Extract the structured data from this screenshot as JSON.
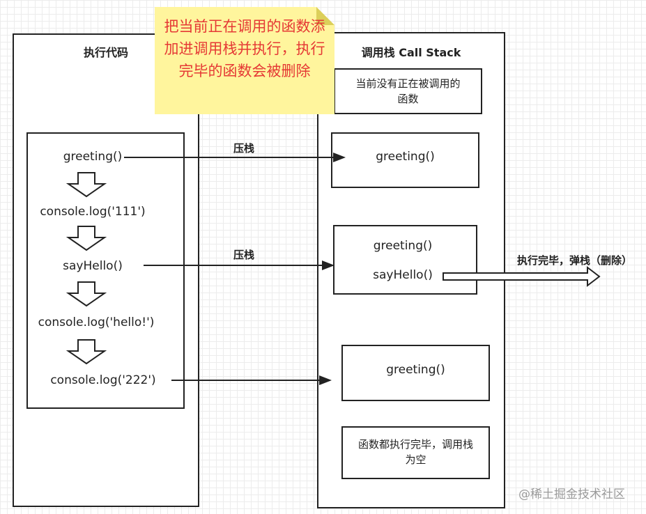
{
  "left_panel": {
    "title": "执行代码",
    "steps": [
      "greeting()",
      "console.log('111')",
      "sayHello()",
      "console.log('hello!')",
      "console.log('222')"
    ]
  },
  "right_panel": {
    "title": "调用栈 Call Stack",
    "states": [
      {
        "text": "当前没有正在被调用的函数"
      },
      {
        "items": [
          "greeting()"
        ]
      },
      {
        "items": [
          "greeting()",
          "sayHello()"
        ]
      },
      {
        "items": [
          "greeting()"
        ]
      },
      {
        "text": "函数都执行完毕，调用栈为空"
      }
    ]
  },
  "note": {
    "text": "把当前正在调用的函数添加进调用栈并执行，执行完毕的函数会被删除"
  },
  "arrows": {
    "push_label_1": "压栈",
    "push_label_2": "压栈",
    "pop_label": "执行完毕，弹栈（删除）"
  },
  "watermark": "@稀土掘金技术社区",
  "colors": {
    "note_bg": "#fff59d",
    "note_text": "#e53935",
    "stroke": "#222222"
  }
}
